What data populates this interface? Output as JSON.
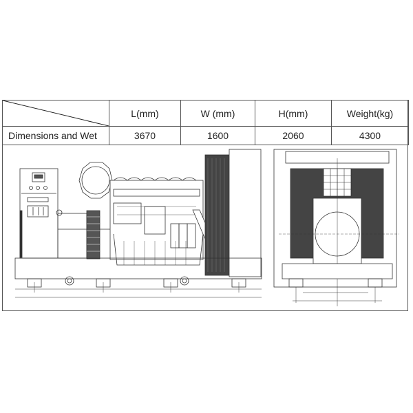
{
  "table": {
    "headers": [
      "",
      "L(mm)",
      "W (mm)",
      "H(mm)",
      "Weight(kg)"
    ],
    "rows": [
      {
        "label": "Dimensions and Wet",
        "values": [
          "3670",
          "1600",
          "2060",
          "4300"
        ]
      }
    ]
  },
  "drawing": {
    "side_view": "generator-set-side-elevation",
    "end_view": "generator-set-end-elevation",
    "line_color": "#333333"
  }
}
